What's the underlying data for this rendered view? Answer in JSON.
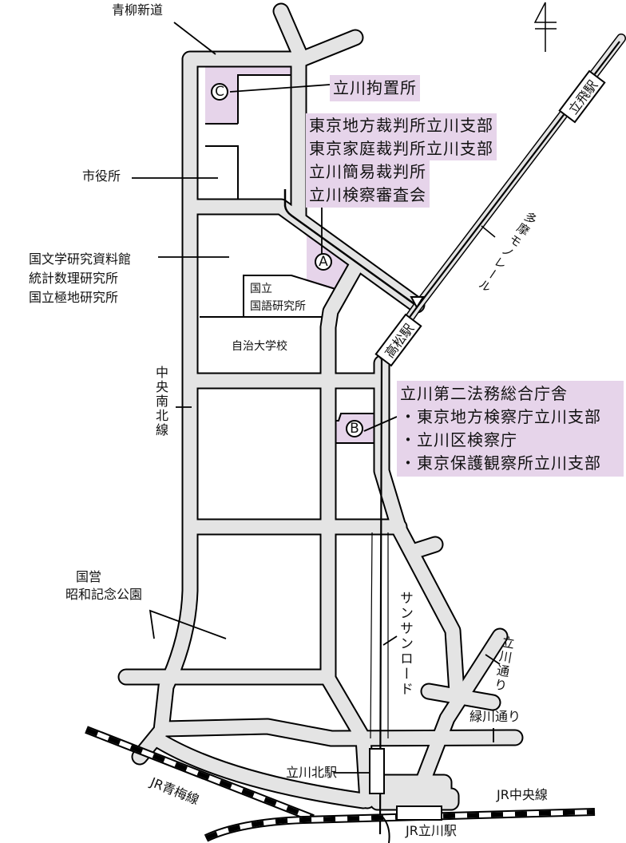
{
  "labels": {
    "aoyagi_shindo": "青柳新道",
    "city_hall": "市役所",
    "institutes": [
      "国文学研究資料館",
      "統計数理研究所",
      "国立極地研究所"
    ],
    "kokugo": [
      "国立",
      "国語研究所"
    ],
    "jichi_college": "自治大学校",
    "chuo_nanboku_line": "中央南北線",
    "showa_park": [
      "国営",
      "昭和記念公園"
    ],
    "sunsun_road": "サンサンロード",
    "tachikawa_dori": "立川通り",
    "midorikawa_dori": "緑川通り",
    "monorail": "多摩モノレール",
    "ome_line": "JR青梅線",
    "chuo_line": "JR中央線"
  },
  "stations": {
    "tachihi": "立飛駅",
    "takamatsu": "高松駅",
    "tachikawa_kita": "立川北駅",
    "jr_tachikawa": "JR立川駅"
  },
  "markers": {
    "A": "A",
    "B": "B",
    "C": "C"
  },
  "facilities": {
    "C": [
      "立川拘置所"
    ],
    "A": [
      "東京地方裁判所立川支部",
      "東京家庭裁判所立川支部",
      "立川簡易裁判所",
      "立川検察審査会"
    ],
    "B": [
      "立川第二法務総合庁舎",
      "・東京地方検察庁立川支部",
      "・立川区検察庁",
      "・東京保護観察所立川支部"
    ]
  },
  "colors": {
    "road": "#e4e4e4",
    "highlight": "#e6d4ea",
    "line": "#000000"
  }
}
